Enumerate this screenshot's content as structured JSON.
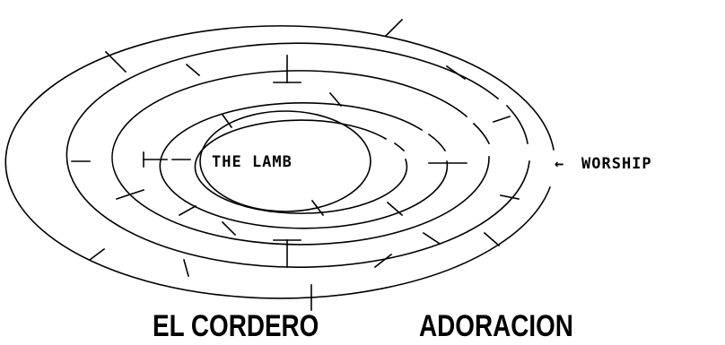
{
  "maze": {
    "center_label": "THE LAMB",
    "entrance_label": "WORSHIP",
    "arrow_glyph": "←"
  },
  "captions": {
    "left": "EL CORDERO",
    "right": "ADORACION"
  },
  "colors": {
    "ink": "#000000",
    "background": "#ffffff"
  }
}
